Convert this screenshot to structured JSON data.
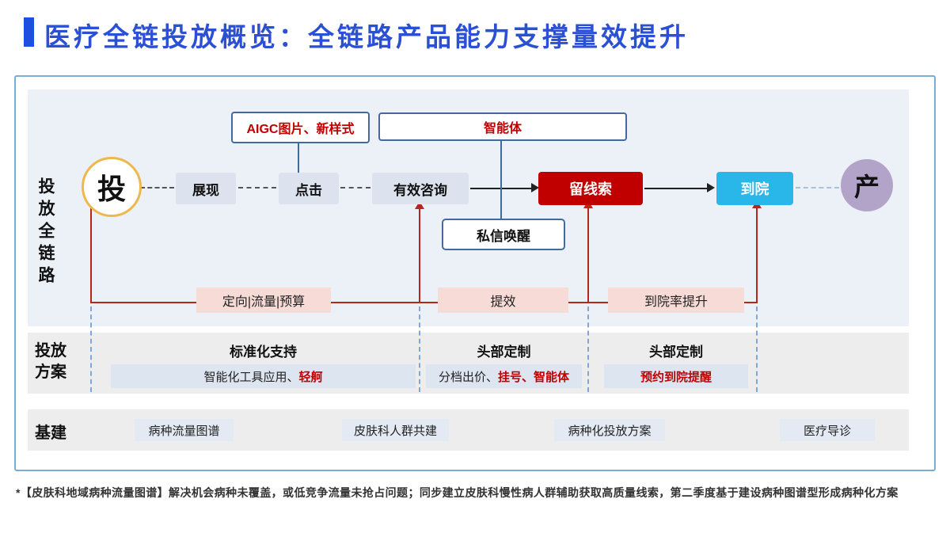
{
  "title": {
    "text": "医疗全链投放概览：全链路产品能力支撑量效提升"
  },
  "colors": {
    "title_blue": "#2b50d4",
    "accent_bar_blue": "#1e4fe0",
    "lead_red": "#c00000",
    "arrive_cyan": "#29b6e8",
    "end_purple": "#b2a3c8",
    "start_gold": "#edb84d",
    "pink_label": "#f7dbd7",
    "red_flow_line": "#b5271d",
    "callout_border_blue": "#44699c",
    "frame_border_blue": "#78aed6"
  },
  "flow": {
    "left_label": "投放全链路",
    "start_node": "投",
    "steps": [
      "展现",
      "点击",
      "有效咨询"
    ],
    "lead_node": "留线索",
    "arrive_node": "到院",
    "end_node": "产",
    "callout_aigc": "AIGC图片、新样式",
    "callout_agent": "智能体",
    "callout_private_message": "私信唤醒",
    "pink_labels": [
      "定向|流量|预算",
      "提效",
      "到院率提升"
    ]
  },
  "plan": {
    "label": "投放方案",
    "columns": [
      {
        "title": "标准化支持",
        "parts": [
          {
            "text": "智能化工具应用、"
          },
          {
            "text": "轻舸",
            "red": true
          }
        ]
      },
      {
        "title": "头部定制",
        "parts": [
          {
            "text": "分档出价、"
          },
          {
            "text": "挂号、智能体",
            "red": true
          }
        ]
      },
      {
        "title": "头部定制",
        "parts": [
          {
            "text": "预约到院提醒",
            "red": true
          }
        ]
      }
    ]
  },
  "infra": {
    "label": "基建",
    "items": [
      "病种流量图谱",
      "皮肤科人群共建",
      "病种化投放方案",
      "医疗导诊"
    ]
  },
  "footnote": {
    "text": "*【皮肤科地域病种流量图谱】解决机会病种未覆盖，或低竞争流量未抢占问题；同步建立皮肤科慢性病人群辅助获取高质量线索，第二季度基于建设病种图谱型形成病种化方案"
  }
}
